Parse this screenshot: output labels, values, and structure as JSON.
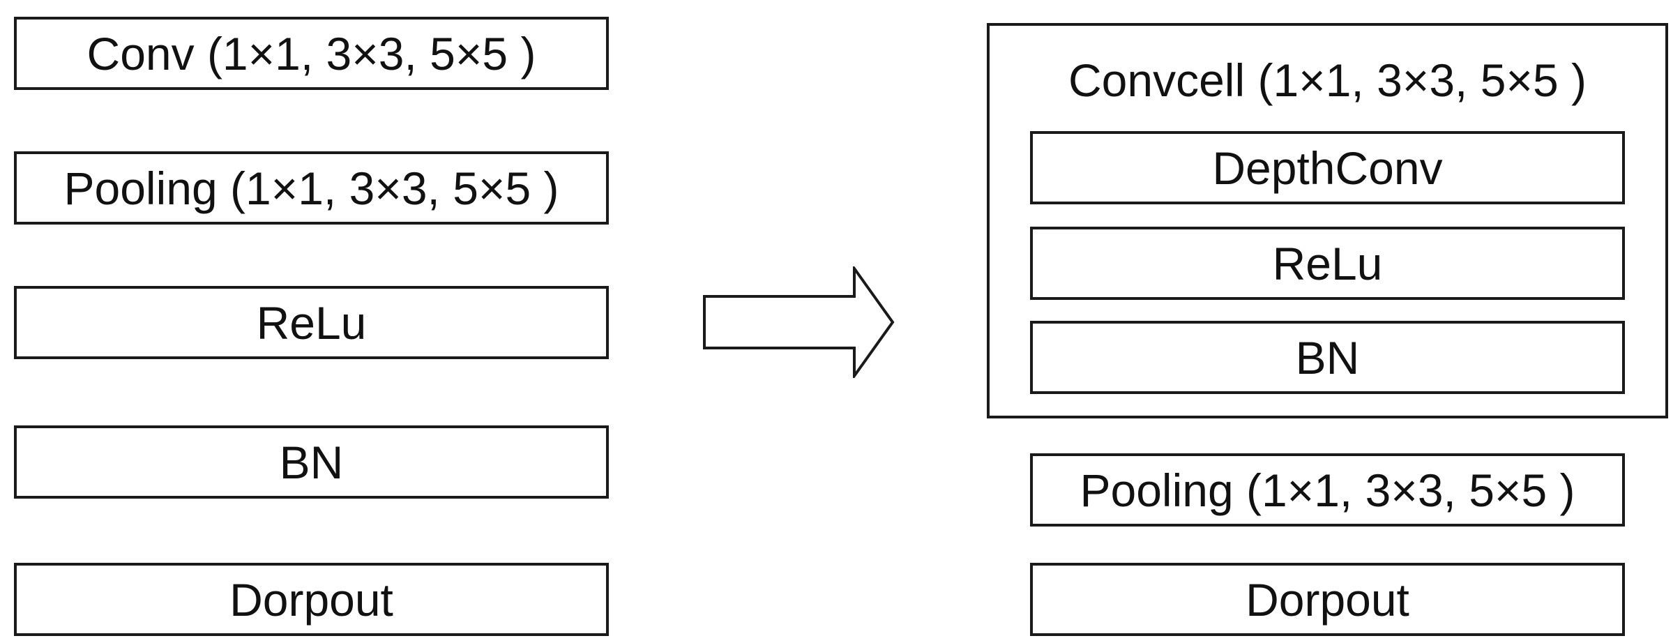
{
  "left_stack": {
    "conv": "Conv (1×1,  3×3,  5×5 )",
    "pooling": "Pooling (1×1,  3×3,  5×5 )",
    "relu": "ReLu",
    "bn": "BN",
    "dropout": "Dorpout"
  },
  "right_stack": {
    "convcell": {
      "title": "Convcell (1×1,  3×3,  5×5 )",
      "depthconv": "DepthConv",
      "relu": "ReLu",
      "bn": "BN"
    },
    "pooling": "Pooling (1×1,  3×3,  5×5 )",
    "dropout": "Dorpout"
  },
  "arrow_icon": "right-arrow-icon"
}
